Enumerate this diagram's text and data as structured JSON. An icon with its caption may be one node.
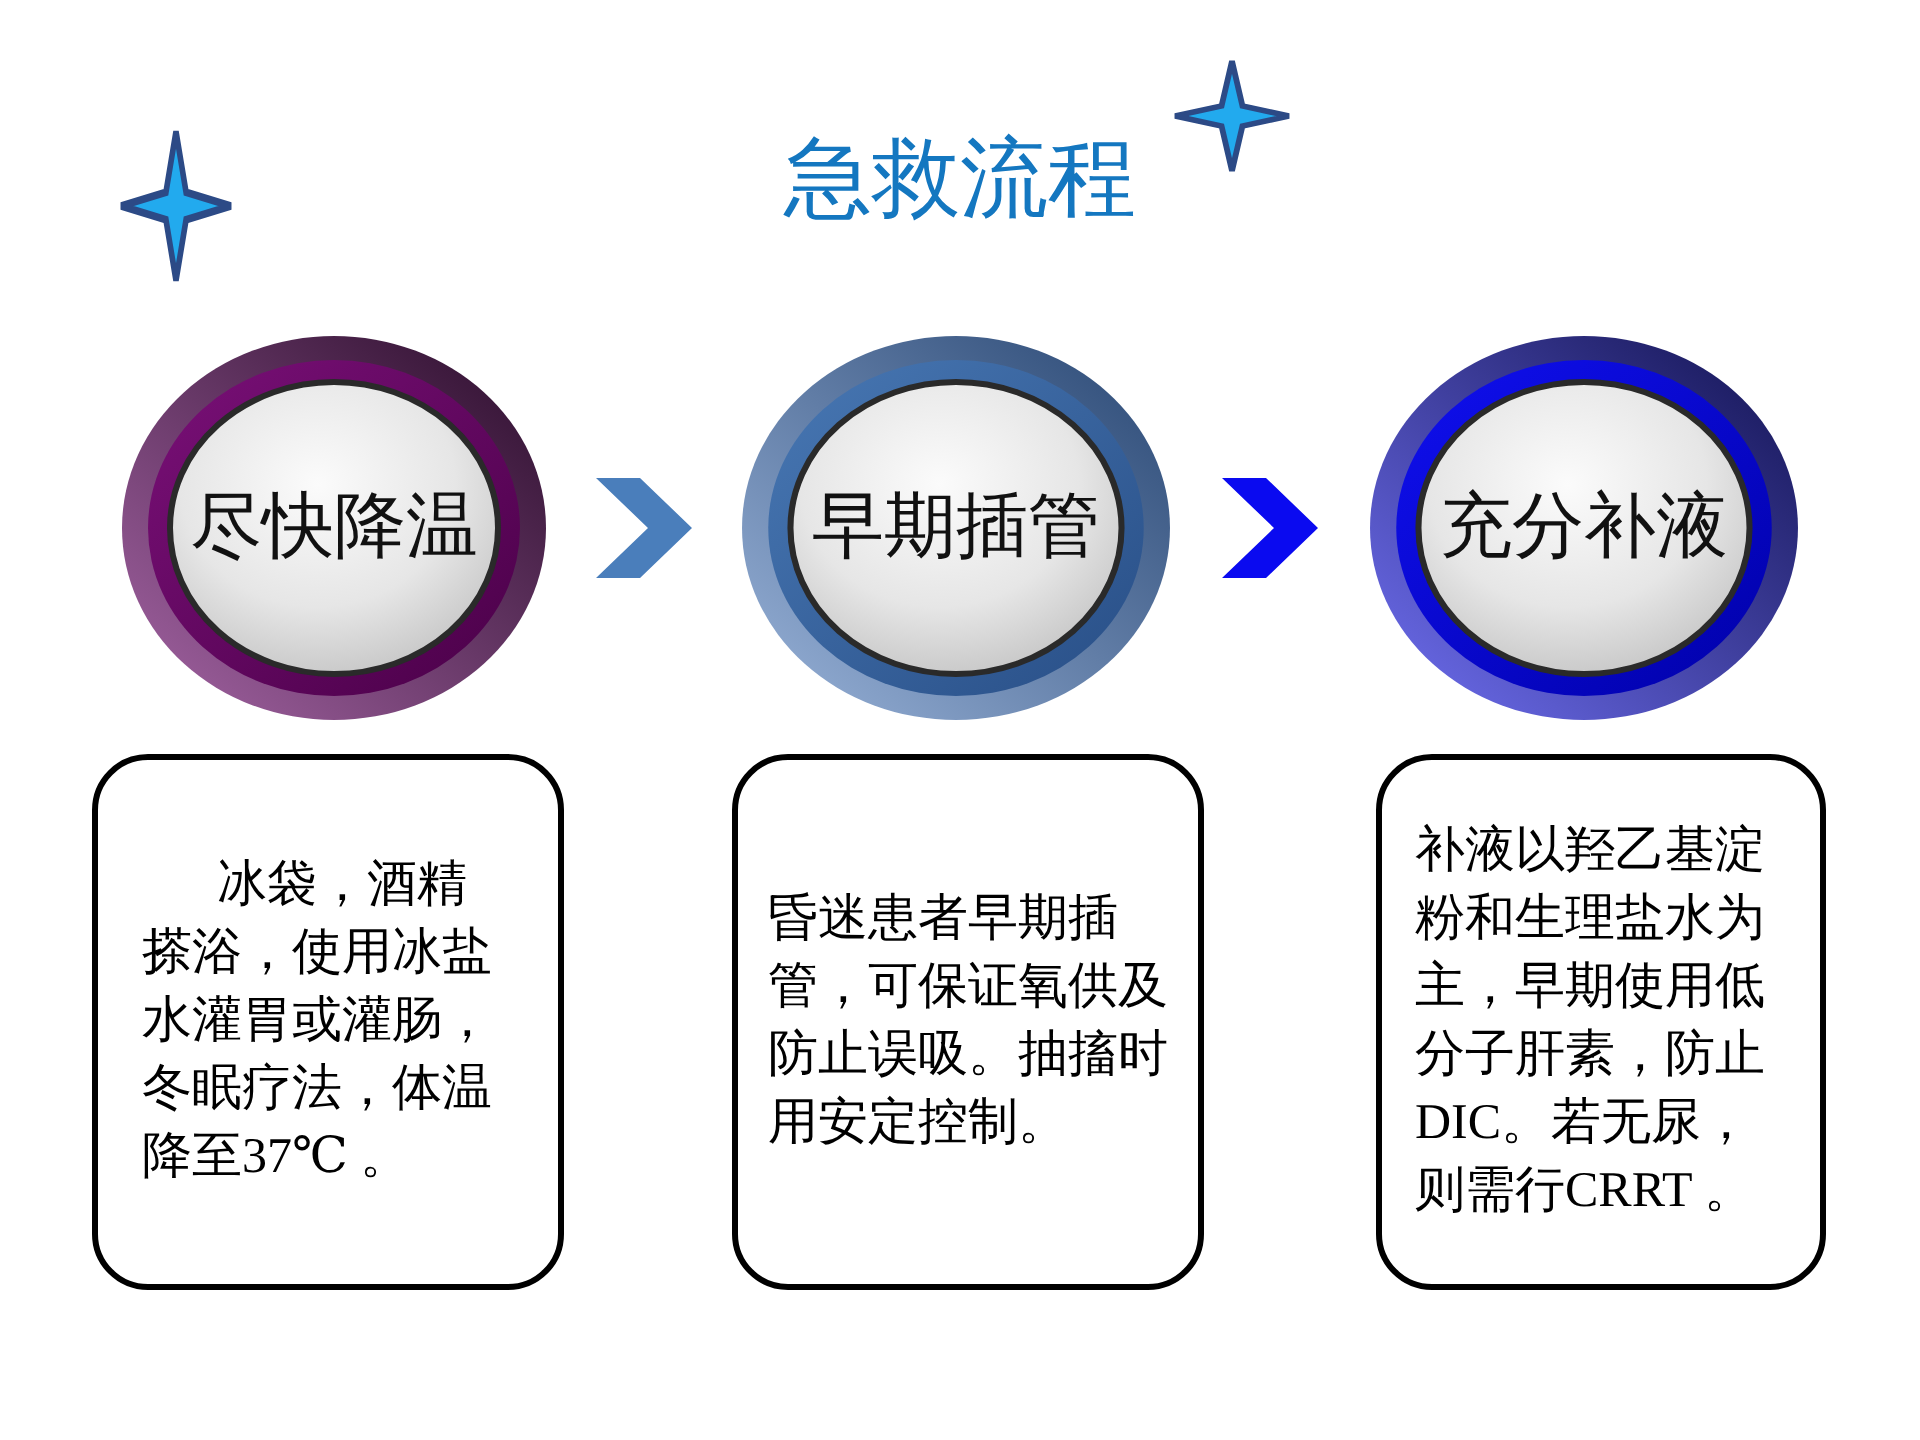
{
  "diagram": {
    "title": "急救流程",
    "nodes": [
      {
        "text": [
          "尽快降温"
        ]
      },
      {
        "text": [
          "早期插管"
        ]
      },
      {
        "text": [
          "充分补液"
        ]
      },
      {
        "text": [
          "冰袋，酒精搽浴，使用冰盐水灌胃或灌肠，冬眠疗法，体温降至37℃ 。"
        ]
      },
      {
        "text": [
          "昏迷患者早期插管，可保证氧供及防止误吸。抽搐时用安定控制。"
        ]
      },
      {
        "text": [
          "补液以羟乙基淀粉和生理盐水为主，早期使用低分子肝素，防止DIC。若无尿，则需行CRRT 。"
        ]
      }
    ],
    "edges": [
      {
        "from": 0,
        "to": 1,
        "arrow": "to",
        "color": "#4a7ebb"
      },
      {
        "from": 1,
        "to": 2,
        "arrow": "to",
        "color": "#0a0af0"
      }
    ]
  }
}
